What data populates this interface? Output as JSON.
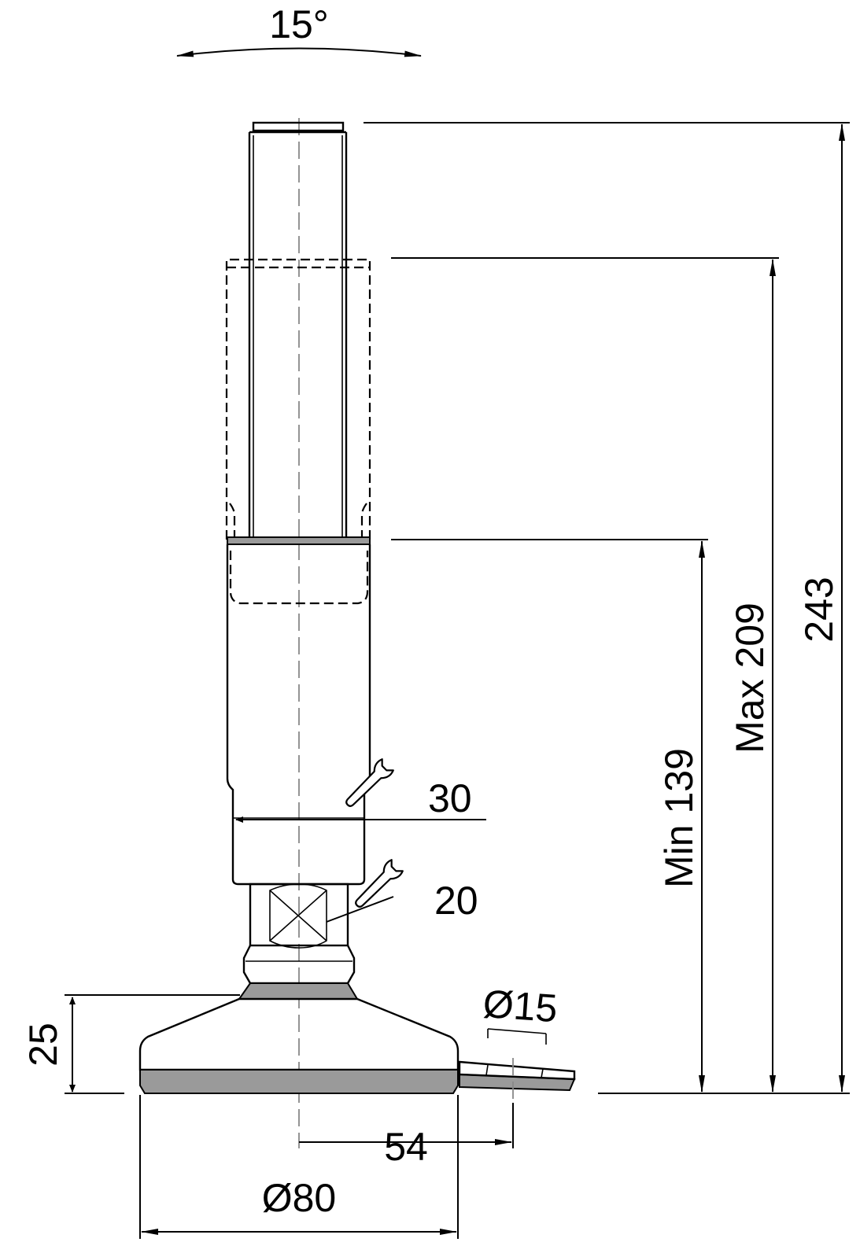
{
  "dimensions": {
    "tilt_angle": "15°",
    "total_height": "243",
    "max_height": "Max 209",
    "min_height": "Min 139",
    "wrench_upper": "30",
    "wrench_lower": "20",
    "hole_diameter": "Ø15",
    "base_height": "25",
    "hole_offset": "54",
    "base_diameter": "Ø80"
  },
  "colors": {
    "line": "#000000",
    "rubber_pad": "#9a9a9a",
    "center_axis": "#888888"
  }
}
